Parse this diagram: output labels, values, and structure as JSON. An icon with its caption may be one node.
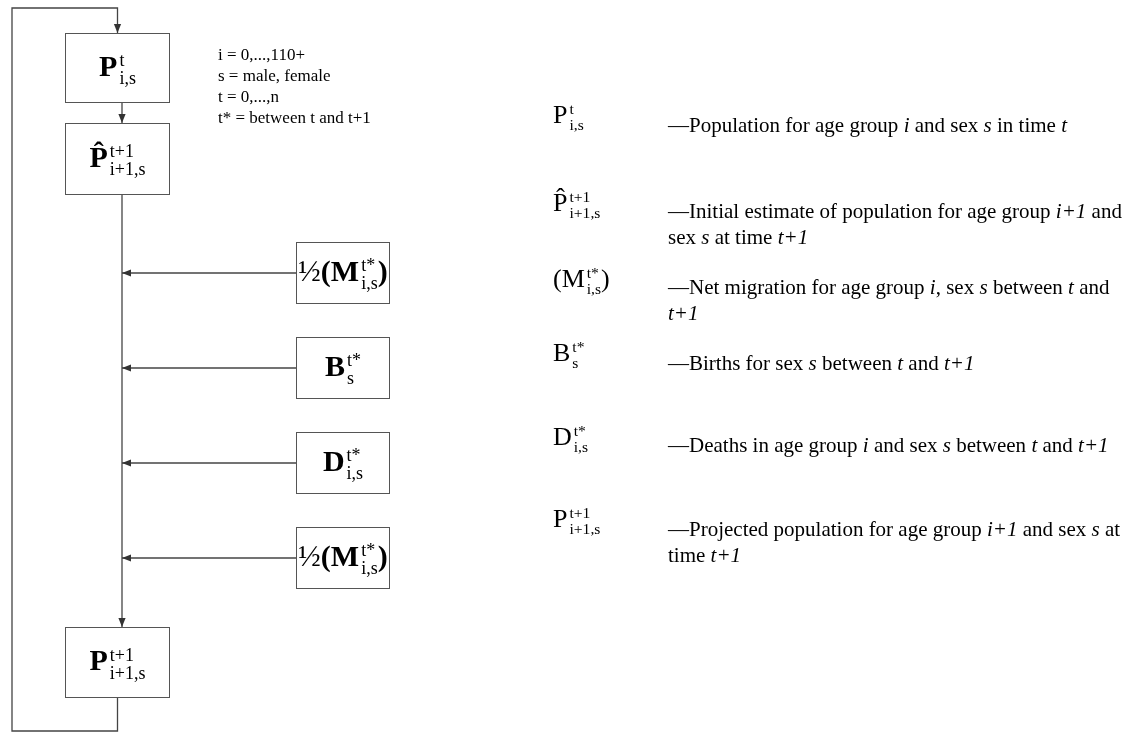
{
  "diagram": {
    "nodes": [
      {
        "text": [
          "**P**$^{t}$$_{i,s}$"
        ]
      },
      {
        "text": [
          "**P̂**$^{t+1}$$_{i+1,s}$"
        ]
      },
      {
        "text": [
          "½**(M**$^{t*}$$_{i,s}$**)**"
        ]
      },
      {
        "text": [
          "**B**$^{t*}$$_{s}$"
        ]
      },
      {
        "text": [
          "**D**$^{t*}$$_{i,s}$"
        ]
      },
      {
        "text": [
          "½**(M**$^{t*}$$_{i,s}$**)**"
        ]
      },
      {
        "text": [
          "**P**$^{t+1}$$_{i+1,s}$"
        ]
      }
    ],
    "edges": [
      {
        "from": 0,
        "to": 1,
        "arrow": "to"
      },
      {
        "from": 1,
        "to": 6,
        "arrow": "to"
      },
      {
        "from": 2,
        "to": null,
        "arrow": "to"
      },
      {
        "from": 3,
        "to": null,
        "arrow": "to"
      },
      {
        "from": 4,
        "to": null,
        "arrow": "to"
      },
      {
        "from": 5,
        "to": null,
        "arrow": "to"
      },
      {
        "from": 6,
        "to": 0,
        "arrow": "to"
      }
    ],
    "labels": [
      "i = 0,...,110+",
      "s = male, female",
      "t = 0,...,n",
      "t* = between t and t+1",
      "P$^{t}$$_{i,s}$",
      "—Population for age group *i* and sex *s* in time *t*",
      "P̂$^{t+1}$$_{i+1,s}$",
      "—Initial estimate of population for age group *i+1* and sex *s* at time *t+1*",
      "(M$^{t*}$$_{i,s}$)",
      "—Net migration for age group *i*, sex *s* between *t* and *t+1*",
      "B$^{t*}$$_{s}$",
      "—Births for sex *s* between *t* and *t+1*",
      "D$^{t*}$$_{i,s}$",
      "—Deaths in age group *i* and sex *s* between *t* and *t+1*",
      "P$^{t+1}$$_{i+1,s}$",
      "—Projected population for age group *i+1* and sex *s* at time *t+1*"
    ]
  }
}
